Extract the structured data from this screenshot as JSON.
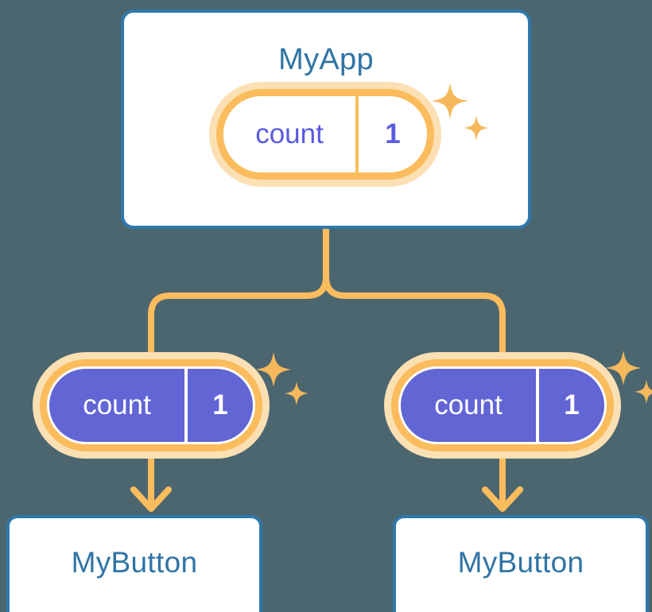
{
  "meta": {
    "background_color": "#4c6670",
    "accent_blue": "#2f78ab",
    "accent_orange": "#fabc5d",
    "accent_orange_pale": "#fbe0b4",
    "accent_purple": "#6265d4",
    "accent_indigo_text": "#5a5ae0"
  },
  "diagram": {
    "type": "component-tree",
    "root": {
      "title": "MyApp",
      "state": {
        "key": "count",
        "value": "1"
      },
      "sparkle": true
    },
    "children": [
      {
        "title": "MyButton",
        "state": {
          "key": "count",
          "value": "1"
        },
        "sparkle": true
      },
      {
        "title": "MyButton",
        "state": {
          "key": "count",
          "value": "1"
        },
        "sparkle": true
      }
    ]
  },
  "icons": {
    "sparkle_large": "sparkle-4-point-icon",
    "sparkle_small": "sparkle-4-point-small-icon",
    "arrow_down": "arrow-down-icon"
  }
}
